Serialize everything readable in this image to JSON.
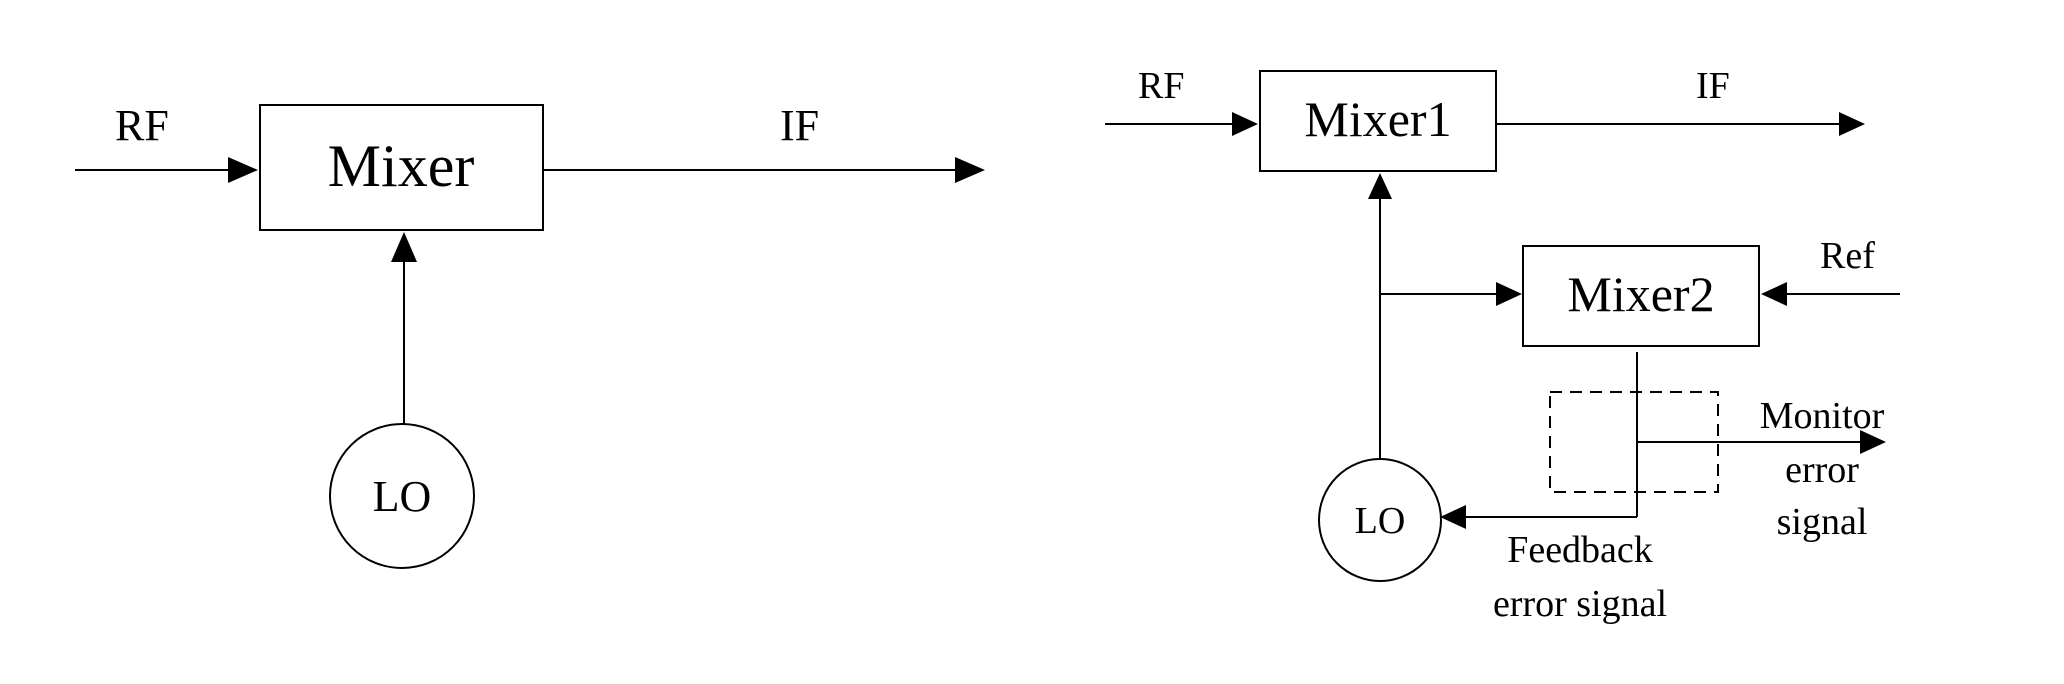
{
  "left": {
    "input_label": "RF",
    "output_label": "IF",
    "mixer_label": "Mixer",
    "lo_label": "LO"
  },
  "right": {
    "input_label": "RF",
    "output_label": "IF",
    "mixer1_label": "Mixer1",
    "mixer2_label": "Mixer2",
    "ref_label": "Ref",
    "lo_label": "LO",
    "monitor_label": [
      "Monitor",
      "error",
      "signal"
    ],
    "feedback_label": [
      "Feedback",
      "error signal"
    ]
  }
}
